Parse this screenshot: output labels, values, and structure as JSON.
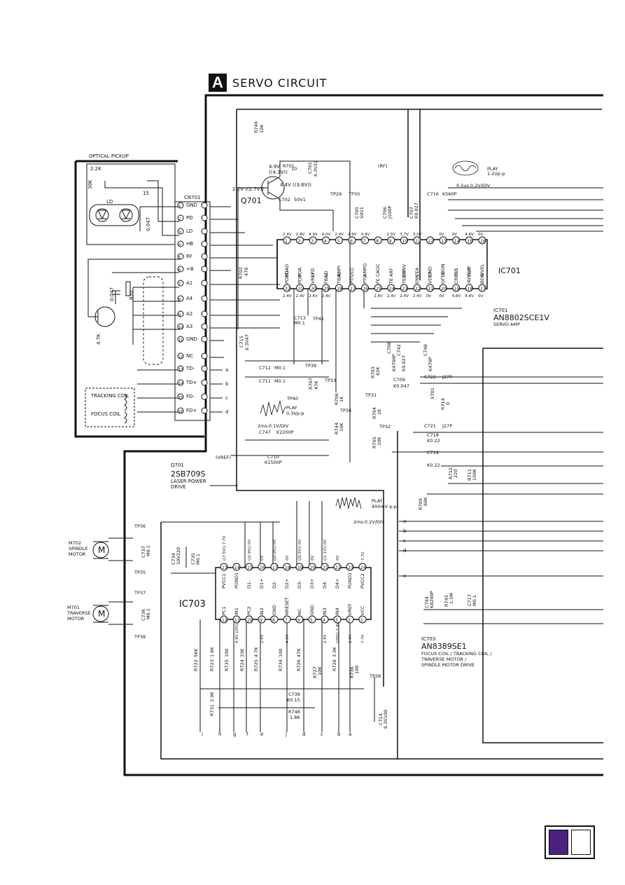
{
  "header": {
    "badge": "A",
    "title": "SERVO CIRCUIT"
  },
  "pickup": {
    "title": "OPTICAL PICKUP",
    "ld": "LD",
    "r_22k": "2.2K",
    "r_30k": "30K",
    "r_15": "15",
    "c_0047": "0.047",
    "c_047": "0.047",
    "r_820": "820",
    "r_47k": "4.7K",
    "tracking_coil": "TRACKING COIL",
    "focus_coil": "FOCUS COIL"
  },
  "cn701": {
    "ref": "CN701",
    "pins": [
      "GND",
      "PD",
      "LD",
      "HB",
      "RF",
      "+B",
      "A1",
      "A4",
      "A2",
      "A3",
      "GND",
      "NC",
      "TD-",
      "TD+",
      "FD-",
      "FD+"
    ],
    "letters": [
      "a",
      "b",
      "c",
      "d"
    ]
  },
  "q701": {
    "ref": "Q701",
    "v1": "4.9V",
    "v2": "((4.3V))",
    "v3": "4.4V ((3.6V))",
    "v4": "2.2V ((2.7V))",
    "part": "2SB709S",
    "desc1": "LASER POWER",
    "desc2": "DRIVE",
    "ref2": "Q701"
  },
  "labels": {
    "r749": "R749",
    "r749v": "10K",
    "r701": "R701",
    "r701v": "10",
    "c701": "C701",
    "c701v": "6.3V22",
    "c702": "C702",
    "c702v": "50V1",
    "r702": "R702",
    "r702v": "470",
    "c715": "C715",
    "c715v": "6.3V47",
    "c713": "C713",
    "c713v": "M0.1",
    "tp41": "TP41",
    "tp29": "TP29",
    "tp30": "TP30",
    "tp39": "TP39",
    "tp33": "TP33",
    "tp40": "TP40",
    "tp34": "TP34",
    "tp31": "TP31",
    "tp32": "TP32",
    "c712": "C712",
    "c712v": "M0.1",
    "c711": "C711",
    "c711v": "M0.1",
    "r707": "R707",
    "r707v": "47K",
    "r706": "R706",
    "r706v": "1K",
    "r744": "R744",
    "r744v": "10K",
    "r704": "R704",
    "r704v": "1K",
    "r705": "R705",
    "r705v": "10K",
    "r703": "R703",
    "r703v": "82K",
    "c709": "C709",
    "c709v": "K0.047",
    "c747": "C747",
    "c747v": "K2200P",
    "c710": "C710",
    "c710v": "K1500P",
    "vref": "(VREF)",
    "rf": "(RF)",
    "c716": "C716",
    "c716v": "K560P",
    "c705": "C705",
    "c705v": "50V1",
    "c706": "C706",
    "c706v": "J100P",
    "c707": "C707",
    "c707v": "K0.027",
    "c708": "C708",
    "c708v": "K4700P",
    "c742": "C742",
    "c742v": "K0.027",
    "c748": "C748",
    "c748v": "K470P",
    "c722": "C722",
    "j27p": "J27P",
    "x701": "X701",
    "r714": "R714",
    "r714v": "0",
    "c721": "C721",
    "j27p2": "J27P",
    "c718": "C718",
    "c718v": "K0.22",
    "c719": "C719",
    "c719v": "K0.22",
    "r712": "R712",
    "r712v": "220",
    "r711": "R711",
    "r711v": "150K",
    "r709": "R709",
    "r709v": "68K",
    "c744": "C744",
    "c744v": "K8200P",
    "r745": "R745",
    "r745v": "1.5M",
    "c717": "C717",
    "c717v": "M0.1",
    "play1": "PLAY",
    "play1v": "1.2Vp-p",
    "play1t": "0.5us.0.2V/DIV",
    "play2": "PLAY",
    "play2v": "0.3Vp-p",
    "play2t": "2ms.0.1V/DIV",
    "play3": "PLAY",
    "play3v": "400mV p-p",
    "play3t": "2ms.0.2V/DIV"
  },
  "ic701": {
    "ref": "IC701",
    "part": "AN8802SCE1V",
    "desc": "SERVO AMP",
    "top_pins": [
      "PDAD",
      "PDA",
      "LPD",
      "LD",
      "AMPI",
      "VCC",
      "AMPO",
      "CAGC",
      "ARF",
      "CENV",
      "CEA",
      "GND",
      "LDON",
      "TES",
      "PLAY",
      "WVEL"
    ],
    "top_nums": [
      "1",
      "2",
      "3",
      "4",
      "5",
      "6",
      "7",
      "8",
      "9",
      "10",
      "11",
      "12",
      "13",
      "14",
      "15",
      "16"
    ],
    "top_volts": [
      "2.4V",
      "2.4V",
      "4.9V",
      "4.0V",
      "2.4V",
      "4.9V",
      "3.4V",
      "",
      "1.5V",
      "3.7V",
      "3.0V",
      "",
      "0V",
      "0V",
      "4.8V",
      "0V"
    ],
    "bot_pins": [
      "PDBD",
      "PDB",
      "VREF",
      "FBAL",
      "TBAL",
      "PTI",
      "PTO",
      "FE",
      "TE",
      "TEBPF",
      "ENV",
      "VDET",
      "OFTR",
      "CROSS",
      "/RFDET",
      "BDO"
    ],
    "bot_nums": [
      "32",
      "31",
      "30",
      "29",
      "28",
      "27",
      "26",
      "25",
      "24",
      "23",
      "22",
      "21",
      "20",
      "19",
      "18",
      "17"
    ],
    "bot_volts": [
      "2.4V",
      "2.4V",
      "2.4V",
      "2.4V",
      "",
      "",
      "",
      "2.4V",
      "2.4V",
      "2.4V",
      "2.4V",
      "0V",
      "0V",
      "4.8V",
      "4.8V",
      "0V"
    ]
  },
  "ic703": {
    "ref": "IC703",
    "part": "AN8389SE1",
    "desc1": "FOCUS COIL / TRACKING COIL /",
    "desc2": "TRAVERSE MOTOR /",
    "desc3": "SPINDLE MOTOR DRIVE",
    "top_pins": [
      "PVCC1",
      "PGND1",
      "D1-",
      "D1+",
      "D2-",
      "D2+",
      "D3-",
      "D3+",
      "D4-",
      "D4+",
      "PGND2",
      "PVCC2"
    ],
    "top_nums": [
      "13",
      "14",
      "15",
      "16",
      "17",
      "18",
      "19",
      "20",
      "21",
      "22",
      "23",
      "24"
    ],
    "top_volts": [
      "((7.5V)) 7.7V",
      "",
      "((0.9V)) 0V",
      "0V",
      "((0.9V)) 0V",
      "0V",
      "((0.5V)) 0V",
      "0V",
      "((1.1V)) 0V",
      "0V",
      "",
      "7.7V"
    ],
    "bot_pins": [
      "PC1",
      "IN1",
      "PC2",
      "IN2",
      "GND",
      "NRESET",
      "NC",
      "GND",
      "IN3",
      "IN4",
      "VREF",
      "VCC"
    ],
    "bot_nums": [
      "12",
      "11",
      "10",
      "9",
      "8",
      "7",
      "6",
      "5",
      "4",
      "3",
      "2",
      "1"
    ],
    "bot_volts": [
      "",
      "4.9V ((0V))",
      "",
      "2.4V",
      "",
      "4.9V",
      "",
      "",
      "2.4V",
      "((0V)) 2.4V",
      "2.4V",
      "7.7V"
    ]
  },
  "motors": {
    "m702": "M702",
    "m702d1": "SPINDLE",
    "m702d2": "MOTOR",
    "m701": "M701",
    "m701d1": "TRAVERSE",
    "m701d2": "MOTOR",
    "tp36": "TP36",
    "tp35": "TP35",
    "tp37": "TP37",
    "tp38": "TP38",
    "c737": "C737",
    "c737v": "M0.1",
    "c736": "C736",
    "c736v": "M0.1",
    "c734": "C734",
    "c734v": "10V220",
    "c735": "C735",
    "c735v": "M0.1"
  },
  "bottom": {
    "r722": "R722",
    "r722v": "56K",
    "r723": "R723",
    "r723v": "1.8K",
    "r735": "R735",
    "r735v": "100",
    "r724": "R724",
    "r724v": "33K",
    "r725": "R725",
    "r725v": "4.7K",
    "r734": "R734",
    "r734v": "100",
    "r726": "R726",
    "r726v": "47K",
    "r727": "R727",
    "r727v": "10K",
    "r728": "R728",
    "r728v": "3.9K",
    "r736": "R736",
    "r736v": "100",
    "r731": "R731",
    "r731v": "3.9K",
    "c738": "C738",
    "c738v": "K0.15",
    "r748": "R748",
    "r748v": "1.8K",
    "tp28": "TP28",
    "c714": "C714",
    "c714v": "6.3V100",
    "letters": [
      "i",
      "h",
      "g",
      "f",
      "e",
      "j",
      "d",
      "c",
      "b",
      "a"
    ]
  },
  "net_letters": [
    "a",
    "b",
    "c",
    "d",
    "e"
  ]
}
